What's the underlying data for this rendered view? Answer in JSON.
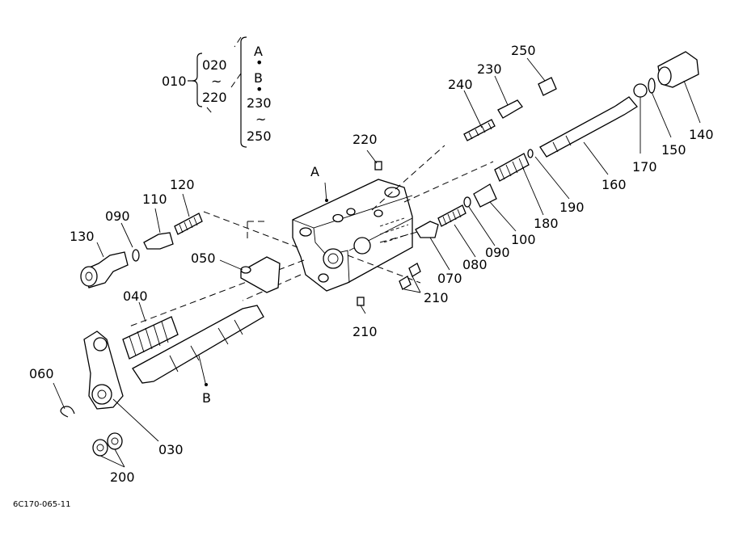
{
  "legend": {
    "assembly_number": "010",
    "range_start": "020",
    "range_tilde": "~",
    "range_end": "220",
    "group_A": "A",
    "dot": "•",
    "group_B": "B",
    "sub_start": "230",
    "sub_tilde": "~",
    "sub_end": "250"
  },
  "parts": {
    "p030": "030",
    "p040": "040",
    "p050": "050",
    "p060": "060",
    "p070": "070",
    "p080": "080",
    "p090a": "090",
    "p090b": "090",
    "p100": "100",
    "p110": "110",
    "p120": "120",
    "p130": "130",
    "p140": "140",
    "p150": "150",
    "p160": "160",
    "p170": "170",
    "p180": "180",
    "p190": "190",
    "p200": "200",
    "p210a": "210",
    "p210b": "210",
    "p220": "220",
    "p230": "230",
    "p240": "240",
    "p250": "250",
    "markA": "A",
    "markB": "B"
  },
  "footer": {
    "drawing_code": "6C170-065-11"
  }
}
